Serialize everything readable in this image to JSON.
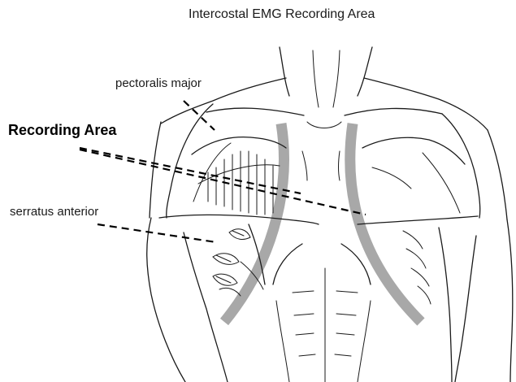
{
  "figure": {
    "title": "Intercostal EMG Recording Area",
    "labels": {
      "pectoralis_major": "pectoralis major",
      "recording_area": "Recording Area",
      "serratus_anterior": "serratus anterior"
    },
    "colors": {
      "outline": "#1a1a1a",
      "recording_band": "#a8a8a8",
      "background": "#ffffff"
    }
  }
}
